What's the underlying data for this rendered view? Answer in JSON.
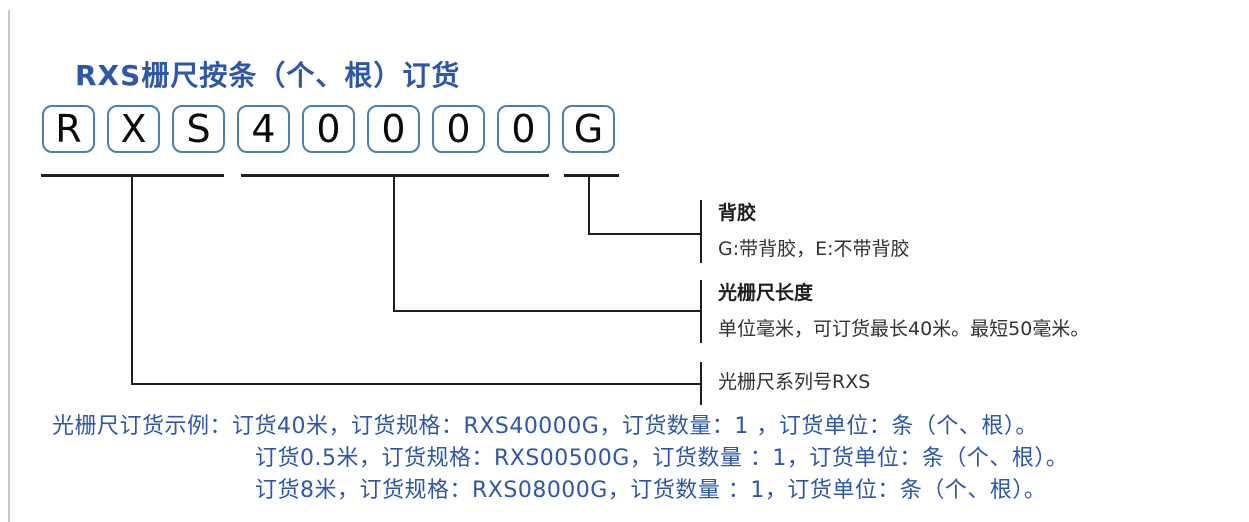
{
  "title": "RXS栅尺按条（个、根）订货",
  "code_boxes": [
    "R",
    "X",
    "S",
    "4",
    "0",
    "0",
    "0",
    "0",
    "G"
  ],
  "annotations": [
    {
      "id": "adhesive",
      "title": "背胶",
      "desc": "G:带背胶，E:不带背胶"
    },
    {
      "id": "scale-length",
      "title": "光栅尺长度",
      "desc": "单位毫米，可订货最长40米。最短50毫米。"
    },
    {
      "id": "series",
      "title": "",
      "desc": "光栅尺系列号RXS"
    }
  ],
  "examples": {
    "lines": [
      "光栅尺订货示例：订货40米，订货规格：RXS40000G，订货数量：1 ，订货单位：条（个、根）。",
      "订货0.5米，订货规格：RXS00500G，订货数量 ：1，订货单位：条（个、根）。",
      "订货8米，订货规格：RXS08000G，订货数量 ：1，订货单位：条（个、根）。"
    ]
  },
  "colors": {
    "accent_blue": "#2e57a9",
    "box_border_blue": "#4d7fae",
    "line_black": "#1f1f1f",
    "text_dark": "#333333",
    "page_border_gray": "#c9c9c9"
  }
}
